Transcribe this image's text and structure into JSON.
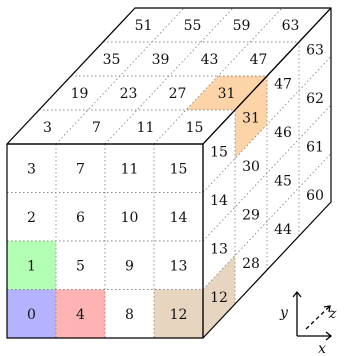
{
  "cube": {
    "front_face": {
      "rows": [
        [
          "3",
          "7",
          "11",
          "15"
        ],
        [
          "2",
          "6",
          "10",
          "14"
        ],
        [
          "1",
          "5",
          "9",
          "13"
        ],
        [
          "0",
          "4",
          "8",
          "12"
        ]
      ]
    },
    "top_face": {
      "rows": [
        [
          "51",
          "55",
          "59",
          "63"
        ],
        [
          "35",
          "39",
          "43",
          "47"
        ],
        [
          "19",
          "23",
          "27",
          "31"
        ],
        [
          "3",
          "7",
          "11",
          "15"
        ]
      ]
    },
    "right_face": {
      "rows": [
        [
          "15",
          "31",
          "47",
          "63"
        ],
        [
          "14",
          "30",
          "46",
          "62"
        ],
        [
          "13",
          "29",
          "45",
          "61"
        ],
        [
          "12",
          "28",
          "44",
          "60"
        ]
      ]
    },
    "highlight_colors": {
      "blue": "#b3b3ff",
      "red": "#ffb3b3",
      "green": "#b3ffb3",
      "tan": "#e8d5c0",
      "orange": "#fcd4a8"
    }
  },
  "axes": {
    "x_label": "x",
    "y_label": "y",
    "z_label": "z"
  }
}
